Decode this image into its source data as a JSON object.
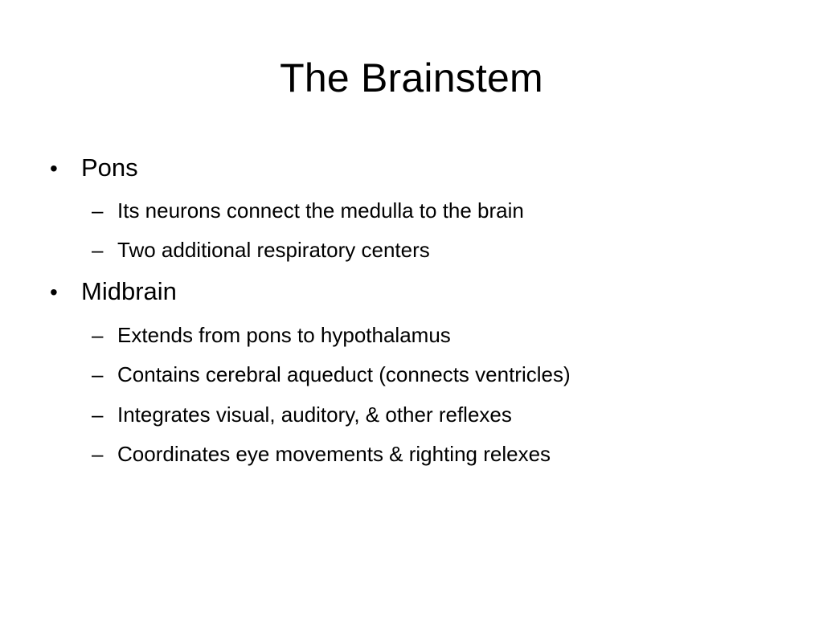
{
  "slide": {
    "title": "The Brainstem",
    "bullets": [
      {
        "marker": "•",
        "text": "Pons",
        "sub": [
          {
            "marker": "–",
            "text": "Its neurons connect the medulla to the brain"
          },
          {
            "marker": "–",
            "text": "Two additional respiratory centers"
          }
        ]
      },
      {
        "marker": "•",
        "text": "Midbrain",
        "sub": [
          {
            "marker": "–",
            "text": "Extends from pons to hypothalamus"
          },
          {
            "marker": "–",
            "text": "Contains cerebral aqueduct (connects ventricles)"
          },
          {
            "marker": "–",
            "text": "Integrates visual, auditory, & other reflexes"
          },
          {
            "marker": "–",
            "text": "Coordinates eye movements & righting relexes"
          }
        ]
      }
    ]
  }
}
